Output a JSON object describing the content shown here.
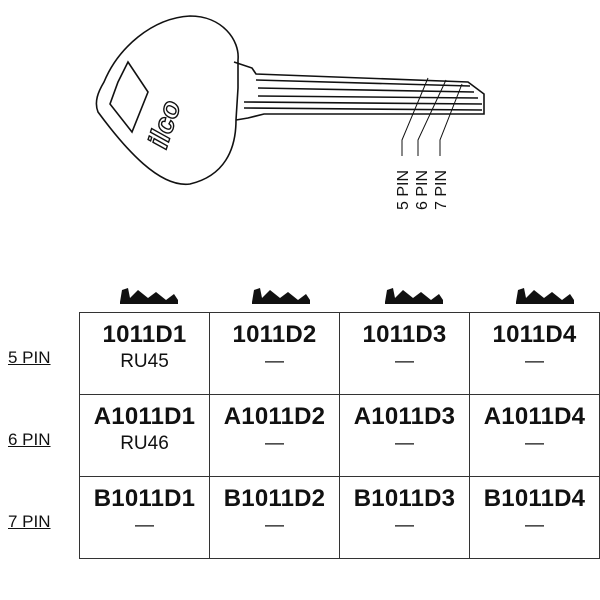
{
  "key": {
    "brand": "ilco",
    "pin_markers": [
      "5 PIN",
      "6 PIN",
      "7 PIN"
    ]
  },
  "table": {
    "profile_icon": "keyway-profile-icon",
    "rows": [
      {
        "label": "5 PIN",
        "cells": [
          {
            "code": "1011D1",
            "sub": "RU45"
          },
          {
            "code": "1011D2",
            "sub": "—"
          },
          {
            "code": "1011D3",
            "sub": "—"
          },
          {
            "code": "1011D4",
            "sub": "—"
          }
        ]
      },
      {
        "label": "6 PIN",
        "cells": [
          {
            "code": "A1011D1",
            "sub": "RU46"
          },
          {
            "code": "A1011D2",
            "sub": "—"
          },
          {
            "code": "A1011D3",
            "sub": "—"
          },
          {
            "code": "A1011D4",
            "sub": "—"
          }
        ]
      },
      {
        "label": "7 PIN",
        "cells": [
          {
            "code": "B1011D1",
            "sub": "—"
          },
          {
            "code": "B1011D2",
            "sub": "—"
          },
          {
            "code": "B1011D3",
            "sub": "—"
          },
          {
            "code": "B1011D4",
            "sub": "—"
          }
        ]
      }
    ]
  }
}
